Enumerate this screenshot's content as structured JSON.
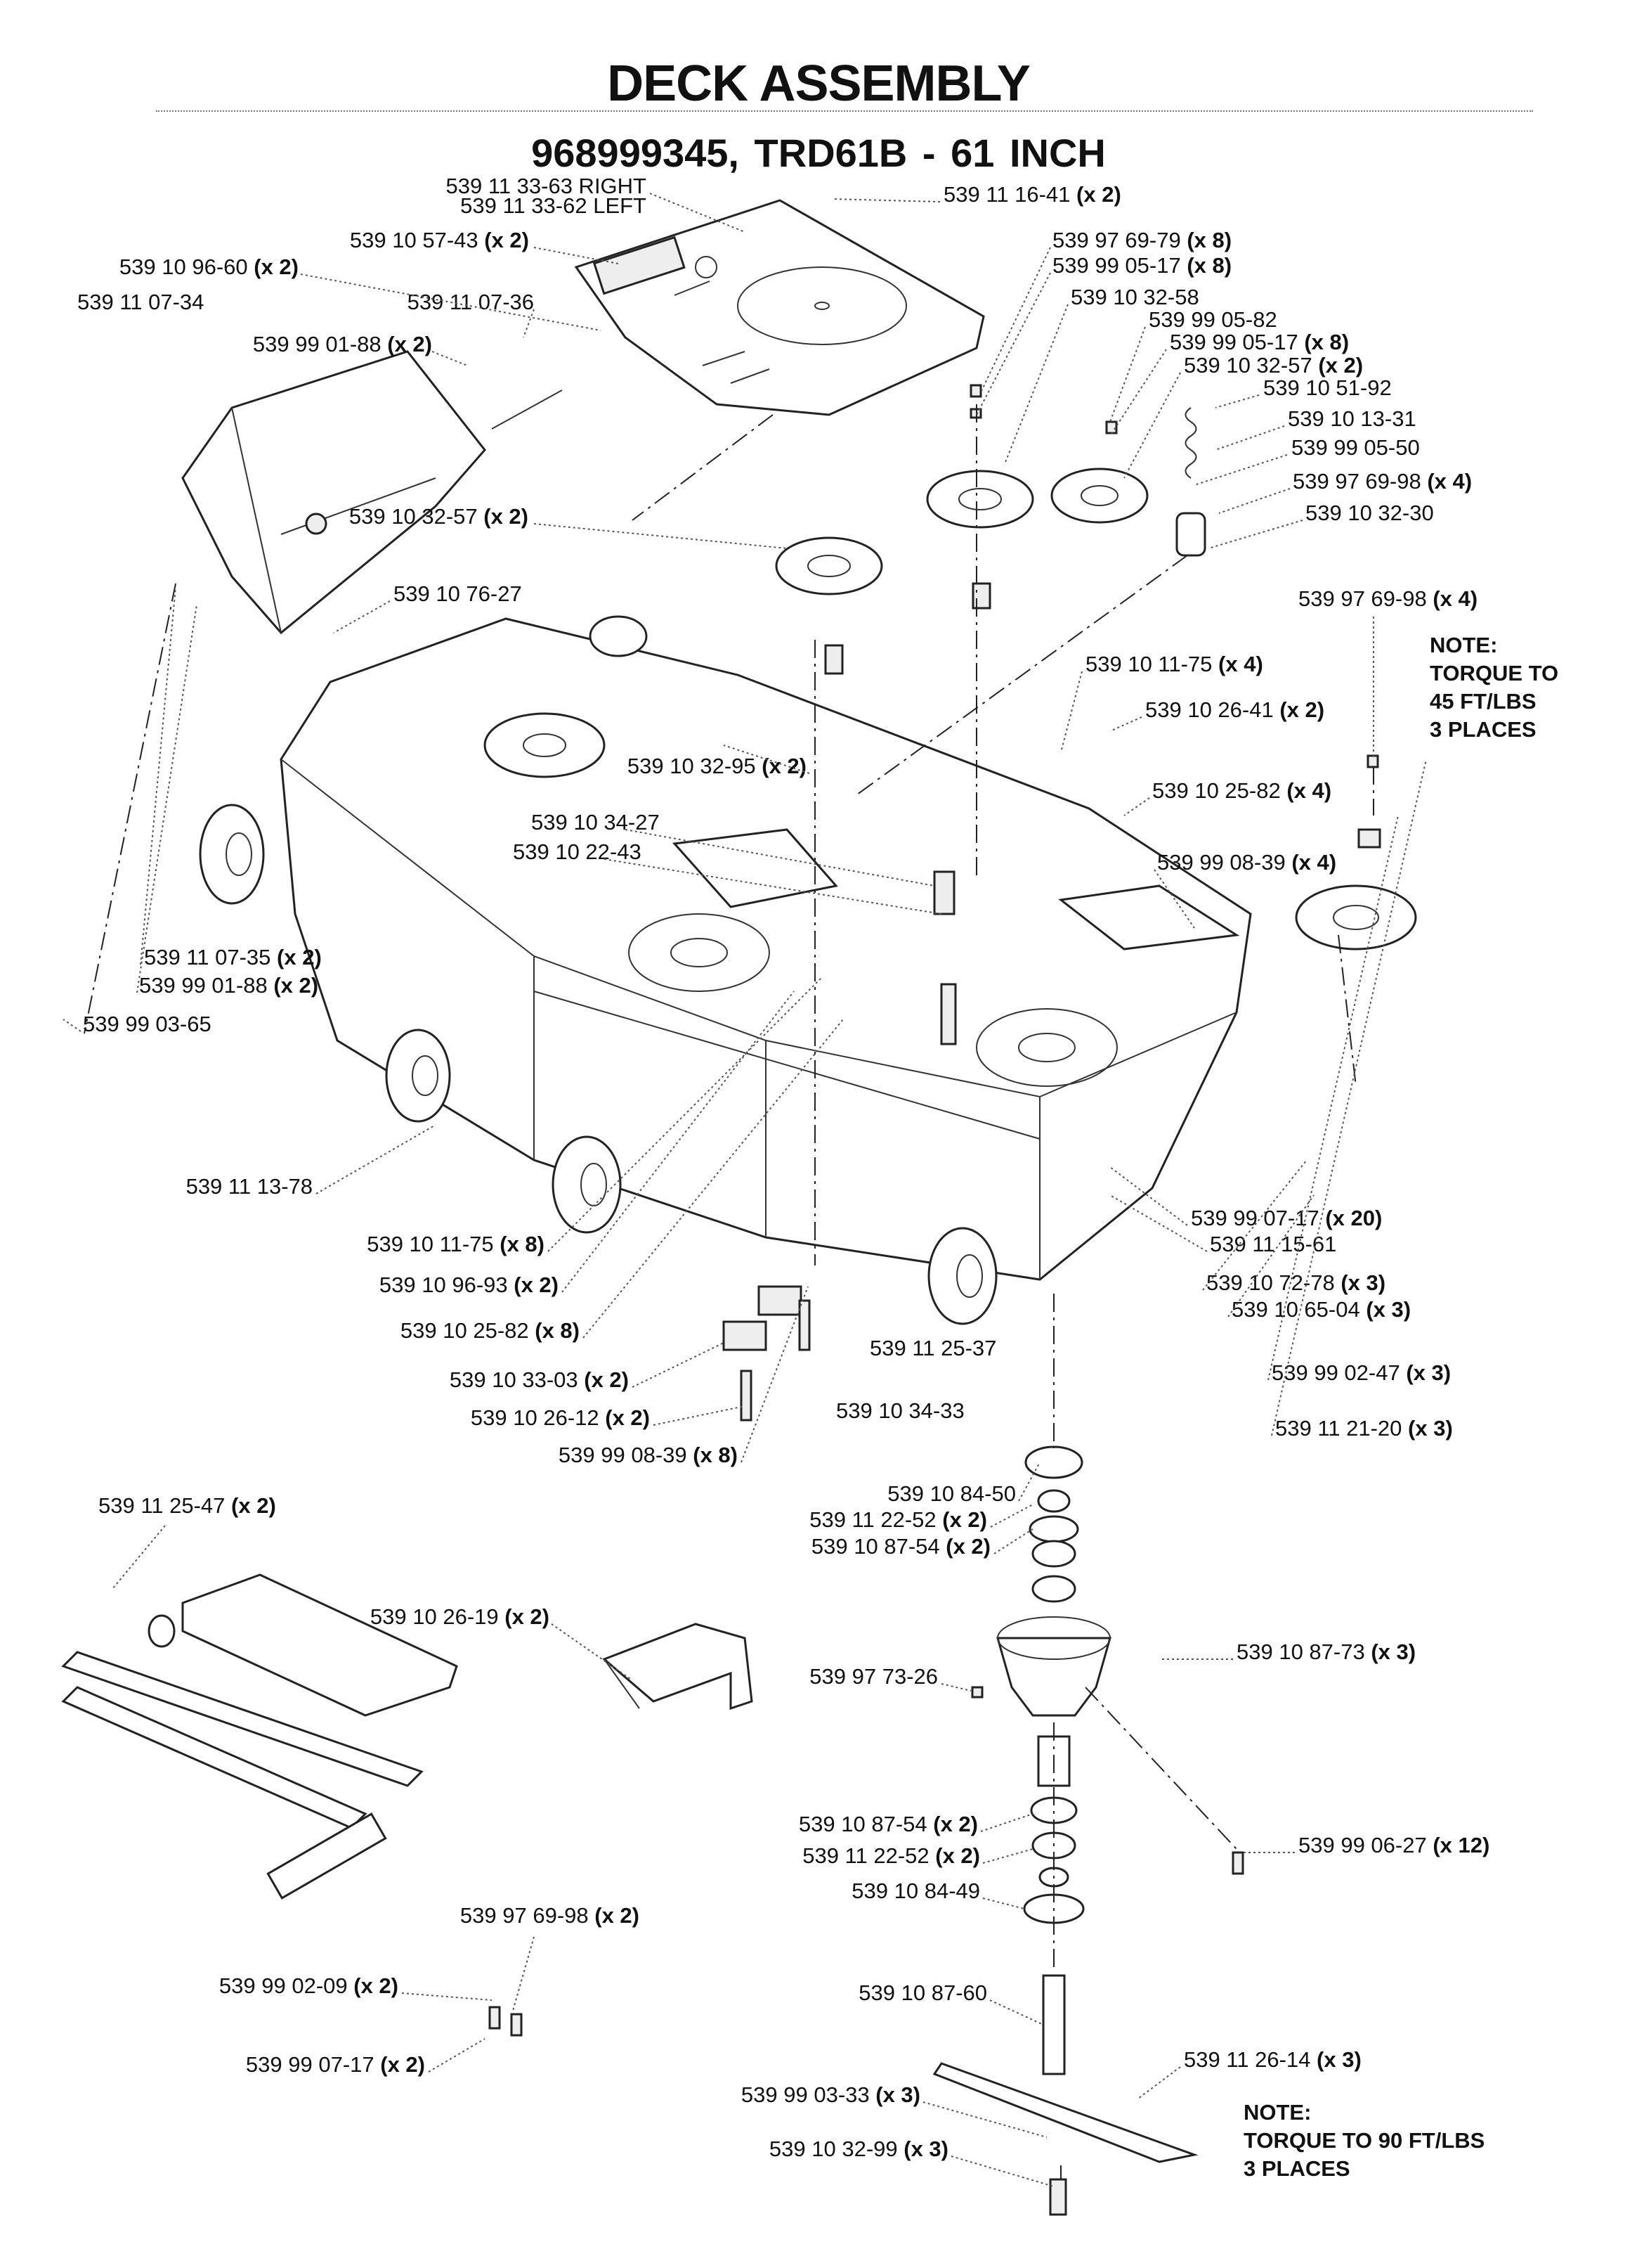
{
  "title": "DECK ASSEMBLY",
  "subtitle": "968999345, TRD61B - 61 INCH",
  "labels": [
    {
      "part": "539 11 33-63 RIGHT",
      "qty": ""
    },
    {
      "part": "539 11 33-62 LEFT",
      "qty": ""
    },
    {
      "part": "539 11 16-41",
      "qty": "(x 2)"
    },
    {
      "part": "539 10 57-43",
      "qty": "(x 2)"
    },
    {
      "part": "539 10 96-60",
      "qty": "(x 2)"
    },
    {
      "part": "539 11 07-34",
      "qty": ""
    },
    {
      "part": "539 11 07-36",
      "qty": ""
    },
    {
      "part": "539 99 01-88",
      "qty": "(x 2)"
    },
    {
      "part": "539 97 69-79",
      "qty": "(x 8)"
    },
    {
      "part": "539 99 05-17",
      "qty": "(x 8)"
    },
    {
      "part": "539 10 32-58",
      "qty": ""
    },
    {
      "part": "539 99 05-82",
      "qty": ""
    },
    {
      "part": "539 99 05-17",
      "qty": "(x 8)"
    },
    {
      "part": "539 10 32-57",
      "qty": "(x 2)"
    },
    {
      "part": "539 10 51-92",
      "qty": ""
    },
    {
      "part": "539 10 13-31",
      "qty": ""
    },
    {
      "part": "539 99 05-50",
      "qty": ""
    },
    {
      "part": "539 97 69-98",
      "qty": "(x 4)"
    },
    {
      "part": "539 10 32-30",
      "qty": ""
    },
    {
      "part": "539 10 32-57",
      "qty": "(x 2)"
    },
    {
      "part": "539 10 76-27",
      "qty": ""
    },
    {
      "part": "539 97 69-98",
      "qty": "(x 4)"
    },
    {
      "part": "539 10 11-75",
      "qty": "(x 4)"
    },
    {
      "part": "539 10 26-41",
      "qty": "(x 2)"
    },
    {
      "part": "539 10 32-95",
      "qty": "(x 2)"
    },
    {
      "part": "539 10 25-82",
      "qty": "(x 4)"
    },
    {
      "part": "539 10 34-27",
      "qty": ""
    },
    {
      "part": "539 10 22-43",
      "qty": ""
    },
    {
      "part": "539 99 08-39",
      "qty": "(x 4)"
    },
    {
      "part": "539 11 07-35",
      "qty": "(x 2)"
    },
    {
      "part": "539 99 01-88",
      "qty": "(x 2)"
    },
    {
      "part": "539 99 03-65",
      "qty": ""
    },
    {
      "part": "539 11 13-78",
      "qty": ""
    },
    {
      "part": "539 99 07-17",
      "qty": "(x 20)"
    },
    {
      "part": "539 11 15-61",
      "qty": ""
    },
    {
      "part": "539 10 11-75",
      "qty": "(x 8)"
    },
    {
      "part": "539 10 72-78",
      "qty": "(x 3)"
    },
    {
      "part": "539 10 96-93",
      "qty": "(x 2)"
    },
    {
      "part": "539 10 65-04",
      "qty": "(x 3)"
    },
    {
      "part": "539 10 25-82",
      "qty": "(x 8)"
    },
    {
      "part": "539 11 25-37",
      "qty": ""
    },
    {
      "part": "539 99 02-47",
      "qty": "(x 3)"
    },
    {
      "part": "539 10 33-03",
      "qty": "(x 2)"
    },
    {
      "part": "539 10 34-33",
      "qty": ""
    },
    {
      "part": "539 11 21-20",
      "qty": "(x 3)"
    },
    {
      "part": "539 10 26-12",
      "qty": "(x 2)"
    },
    {
      "part": "539 99 08-39",
      "qty": "(x 8)"
    },
    {
      "part": "539 10 84-50",
      "qty": ""
    },
    {
      "part": "539 11 25-47",
      "qty": "(x 2)"
    },
    {
      "part": "539 11 22-52",
      "qty": "(x 2)"
    },
    {
      "part": "539 10 87-54",
      "qty": "(x 2)"
    },
    {
      "part": "539 10 26-19",
      "qty": "(x 2)"
    },
    {
      "part": "539 10 87-73",
      "qty": "(x 3)"
    },
    {
      "part": "539 97 73-26",
      "qty": ""
    },
    {
      "part": "539 10 87-54",
      "qty": "(x 2)"
    },
    {
      "part": "539 99 06-27",
      "qty": "(x 12)"
    },
    {
      "part": "539 11 22-52",
      "qty": "(x 2)"
    },
    {
      "part": "539 10 84-49",
      "qty": ""
    },
    {
      "part": "539 97 69-98",
      "qty": "(x 2)"
    },
    {
      "part": "539 10 87-60",
      "qty": ""
    },
    {
      "part": "539 99 02-09",
      "qty": "(x 2)"
    },
    {
      "part": "539 11 26-14",
      "qty": "(x 3)"
    },
    {
      "part": "539 99 07-17",
      "qty": "(x 2)"
    },
    {
      "part": "539 99 03-33",
      "qty": "(x 3)"
    },
    {
      "part": "539 10 32-99",
      "qty": "(x 3)"
    }
  ],
  "notes": [
    {
      "lines": [
        "NOTE:",
        "TORQUE TO",
        "45 FT/LBS",
        "3 PLACES"
      ]
    },
    {
      "lines": [
        "NOTE:",
        "TORQUE TO 90 FT/LBS",
        "3 PLACES"
      ]
    }
  ]
}
